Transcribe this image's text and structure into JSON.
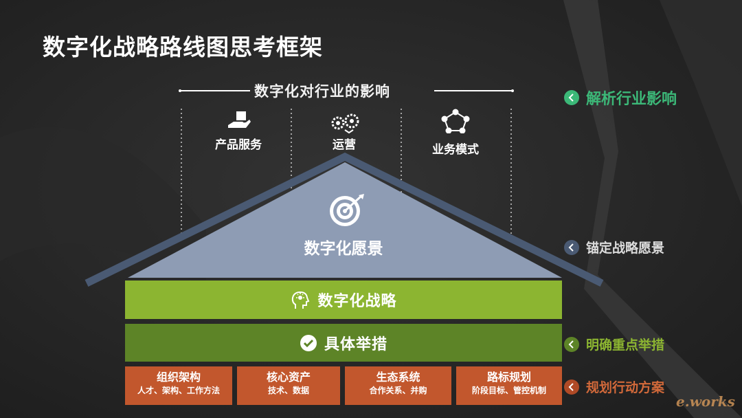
{
  "title": "数字化战略路线图思考框架",
  "impact_heading": "数字化对行业的影响",
  "impact_columns": [
    {
      "label": "产品服务",
      "icon": "hand-box-icon"
    },
    {
      "label": "运营",
      "icon": "gears-icon"
    },
    {
      "label": "业务模式",
      "icon": "network-icon"
    }
  ],
  "vision": {
    "label": "数字化愿景",
    "icon": "target-icon"
  },
  "strategy": {
    "label": "数字化战略",
    "icon": "head-idea-icon"
  },
  "measures": {
    "label": "具体举措",
    "icon": "check-circle-icon"
  },
  "action_boxes": [
    {
      "title": "组织架构",
      "subtitle": "人才、架构、工作方法"
    },
    {
      "title": "核心资产",
      "subtitle": "技术、数据"
    },
    {
      "title": "生态系统",
      "subtitle": "合作关系、并购"
    },
    {
      "title": "路标规划",
      "subtitle": "阶段目标、管控机制"
    }
  ],
  "side_labels": [
    {
      "label": "解析行业影响",
      "color": "#3cb878"
    },
    {
      "label": "锚定战略愿景",
      "color": "#7e8fa8"
    },
    {
      "label": "明确重点举措",
      "color": "#8cb531"
    },
    {
      "label": "规划行动方案",
      "color": "#d2693a"
    }
  ],
  "watermark": "e.works",
  "colors": {
    "background": "#262626",
    "roof": "#4a5a73",
    "vision_fill": "#8e9cb4",
    "strategy": "#8cb531",
    "measures": "#5d8427",
    "action": "#c2572d"
  }
}
